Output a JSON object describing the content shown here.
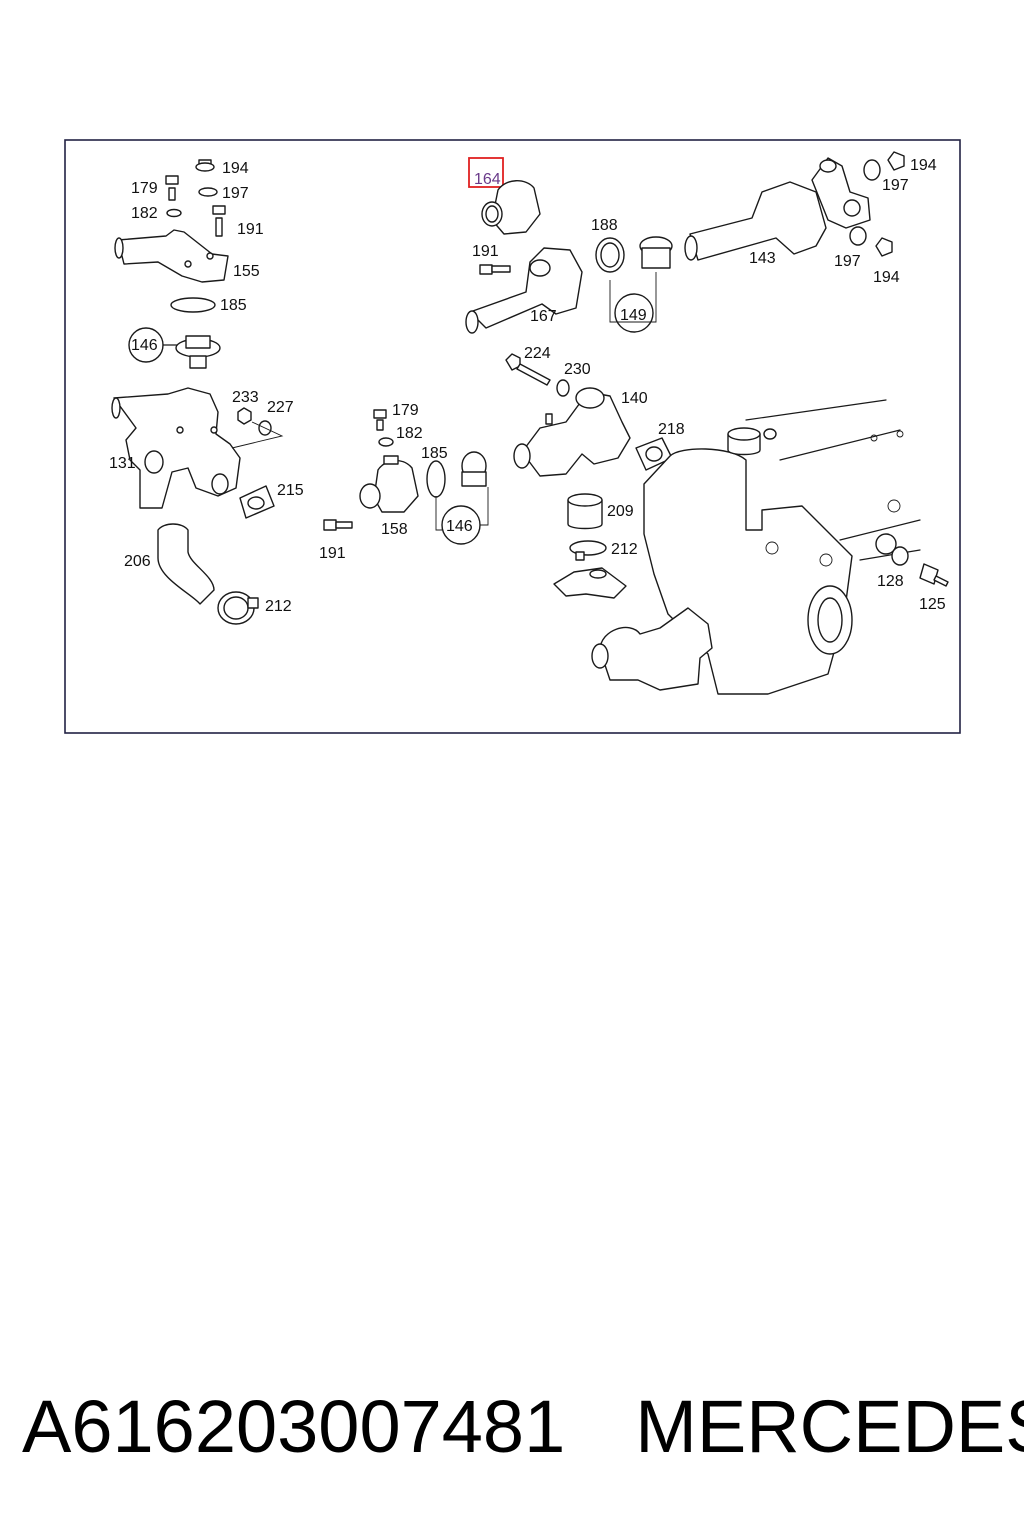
{
  "diagram": {
    "highlighted_label": "164",
    "highlight_color": "#e02020",
    "frame_color": "#222244",
    "labels": {
      "l194a": "194",
      "l179a": "179",
      "l197a": "197",
      "l182a": "182",
      "l191a": "191",
      "l155": "155",
      "l185a": "185",
      "l146a": "146",
      "l233": "233",
      "l227": "227",
      "l131": "131",
      "l215": "215",
      "l206": "206",
      "l212a": "212",
      "l164": "164",
      "l188": "188",
      "l191b": "191",
      "l167": "167",
      "l149": "149",
      "l143": "143",
      "l194b": "194",
      "l197b": "197",
      "l197c": "197",
      "l194c": "194",
      "l224": "224",
      "l230": "230",
      "l140": "140",
      "l218": "218",
      "l209": "209",
      "l212b": "212",
      "l179b": "179",
      "l182b": "182",
      "l185b": "185",
      "l146b": "146",
      "l158": "158",
      "l191c": "191",
      "l128": "128",
      "l125": "125"
    }
  },
  "caption": {
    "part_number": "A616203007481",
    "brand": "MERCEDES"
  }
}
